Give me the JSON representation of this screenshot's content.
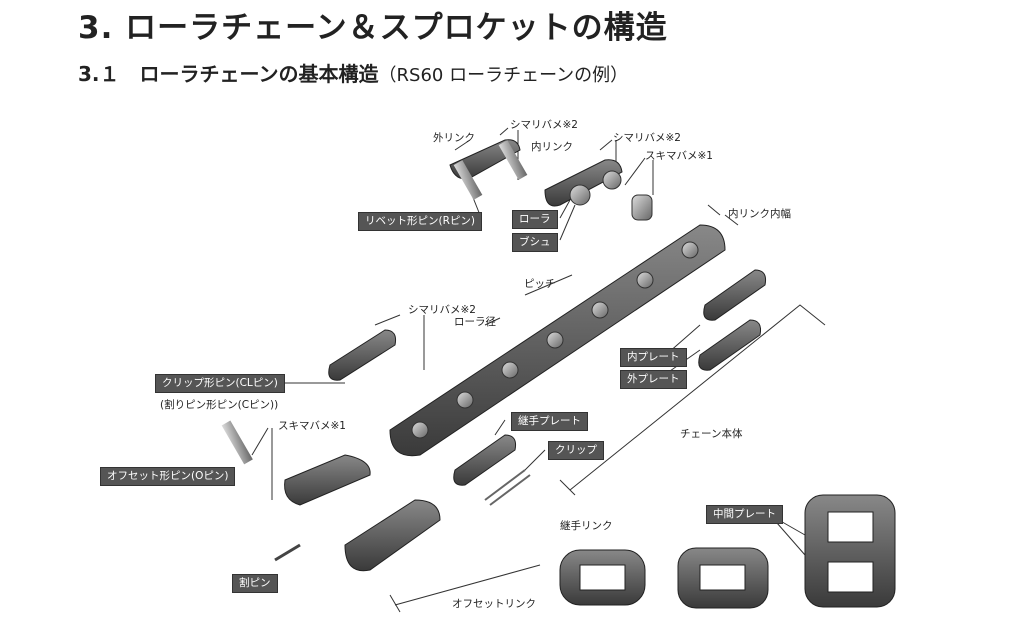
{
  "title": "3.  ローラチェーン＆スプロケットの構造",
  "subtitle": "3.１　ローラチェーンの基本構造",
  "subtitle_note": "（RS60 ローラチェーンの例）",
  "labels": {
    "outer_link": "外リンク",
    "shimaribame_1": "シマリバメ※2",
    "inner_link": "内リンク",
    "shimaribame_2": "シマリバメ※2",
    "sukimabame_1": "スキマバメ※1",
    "inner_width": "内リンク内幅",
    "rivet_pin": "リベット形ピン(Rピン)",
    "roller": "ローラ",
    "bush": "ブシュ",
    "pitch": "ピッチ",
    "shimaribame_3": "シマリバメ※2",
    "roller_dia": "ローラ径",
    "inner_plate": "内プレート",
    "outer_plate": "外プレート",
    "clip_pin": "クリップ形ピン(CLピン)",
    "cotter_pin_type": "(割りピン形ピン(Cピン))",
    "sukimabame_2": "スキマバメ※1",
    "joint_plate": "継手プレート",
    "clip": "クリップ",
    "chain_body": "チェーン本体",
    "offset_pin": "オフセット形ピン(Oピン)",
    "middle_plate": "中間プレート",
    "joint_link": "継手リンク",
    "cotter_pin": "割ピン",
    "offset_link": "オフセットリンク"
  }
}
